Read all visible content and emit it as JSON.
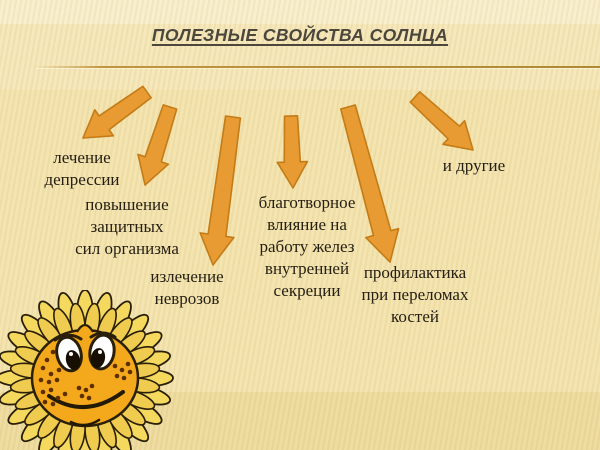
{
  "slide": {
    "title": "ПОЛЕЗНЫЕ СВОЙСТВА СОЛНЦА",
    "benefits": [
      {
        "id": "depression",
        "label": "лечение\nдепрессии"
      },
      {
        "id": "immunity",
        "label": "повышение\nзащитных\nсил организма"
      },
      {
        "id": "neuroses",
        "label": "излечение\nневрозов"
      },
      {
        "id": "endocrine",
        "label": "благотворное\nвлияние на\nработу желез\nвнутренней\nсекреции"
      },
      {
        "id": "fractures",
        "label": "профилактика\nпри переломах\nкостей"
      },
      {
        "id": "others",
        "label": "и другие"
      }
    ],
    "illustration": "smiling-sun-cartoon",
    "colors": {
      "background": "#f4e4b0",
      "background_top_band": "#f9efcd",
      "background_bottom_band": "#eedca0",
      "title_text": "#4b473c",
      "separator_line": "#c09540",
      "label_text": "#262014",
      "arrow_fill": "#e79b32",
      "arrow_border": "#c47c17",
      "sun_face": "#f4a81c",
      "sun_rays": "#f5d95f",
      "sun_outline": "#2a1f08"
    }
  }
}
